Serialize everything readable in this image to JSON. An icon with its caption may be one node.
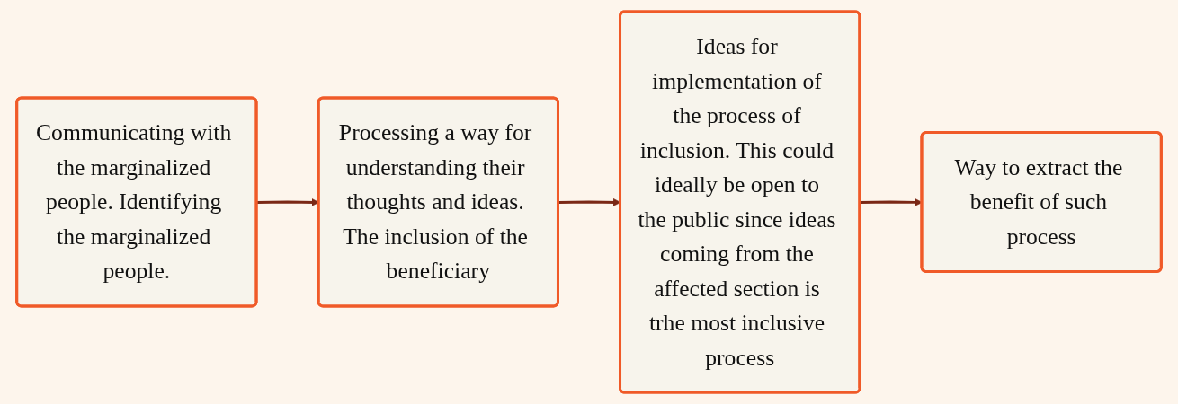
{
  "diagram": {
    "nodes": [
      {
        "text": [
          "Communicating with the marginalized people. Identifying the marginalized people."
        ]
      },
      {
        "text": [
          "Processing a way for understanding their thoughts and ideas. The inclusion of the beneficiary"
        ]
      },
      {
        "text": [
          "Ideas for implementation of the process of inclusion. This could ideally be open to the public since ideas coming from the affected section is trhe most inclusive process"
        ]
      },
      {
        "text": [
          "Way to extract the benefit of such process"
        ]
      }
    ],
    "edges": [
      {
        "from": 0,
        "to": 1,
        "arrow": "to"
      },
      {
        "from": 1,
        "to": 2,
        "arrow": "to"
      },
      {
        "from": 2,
        "to": 3,
        "arrow": "to"
      }
    ]
  }
}
